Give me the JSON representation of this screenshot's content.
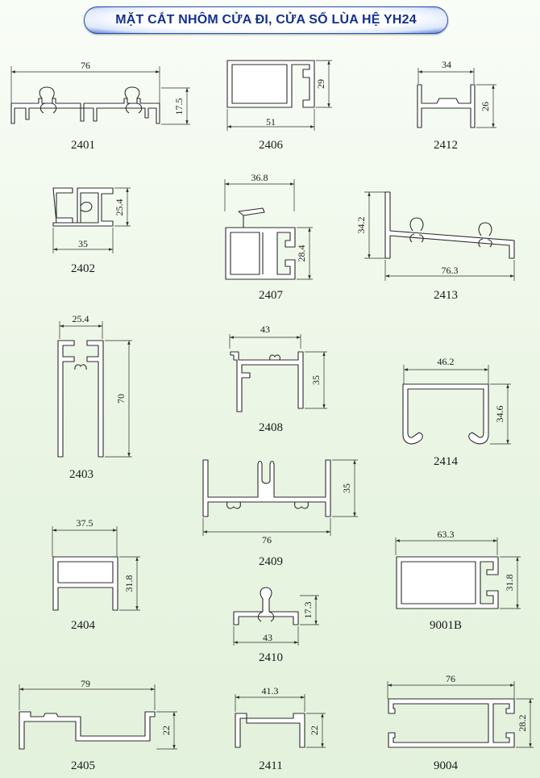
{
  "title": "MẶT CẮT NHÔM CỬA ĐI, CỬA SỔ LÙA HỆ YH24",
  "profiles": [
    {
      "code": "2401",
      "dims": [
        "76",
        "17.5"
      ]
    },
    {
      "code": "2406",
      "dims": [
        "51",
        "29"
      ]
    },
    {
      "code": "2412",
      "dims": [
        "34",
        "26"
      ]
    },
    {
      "code": "2402",
      "dims": [
        "25.4",
        "35"
      ]
    },
    {
      "code": "2407",
      "dims": [
        "36.8",
        "28.4"
      ]
    },
    {
      "code": "2413",
      "dims": [
        "34.2",
        "76.3"
      ]
    },
    {
      "code": "2403",
      "dims": [
        "25.4",
        "70"
      ]
    },
    {
      "code": "2408",
      "dims": [
        "43",
        "35"
      ]
    },
    {
      "code": "2414",
      "dims": [
        "46.2",
        "34.6"
      ]
    },
    {
      "code": "2409",
      "dims": [
        "35",
        "76"
      ]
    },
    {
      "code": "2404",
      "dims": [
        "37.5",
        "31.8"
      ]
    },
    {
      "code": "2410",
      "dims": [
        "17.3",
        "43"
      ]
    },
    {
      "code": "9001B",
      "dims": [
        "63.3",
        "31.8"
      ]
    },
    {
      "code": "2405",
      "dims": [
        "79",
        "22"
      ]
    },
    {
      "code": "2411",
      "dims": [
        "41.3",
        "22"
      ]
    },
    {
      "code": "9004",
      "dims": [
        "76",
        "28.2"
      ]
    }
  ]
}
